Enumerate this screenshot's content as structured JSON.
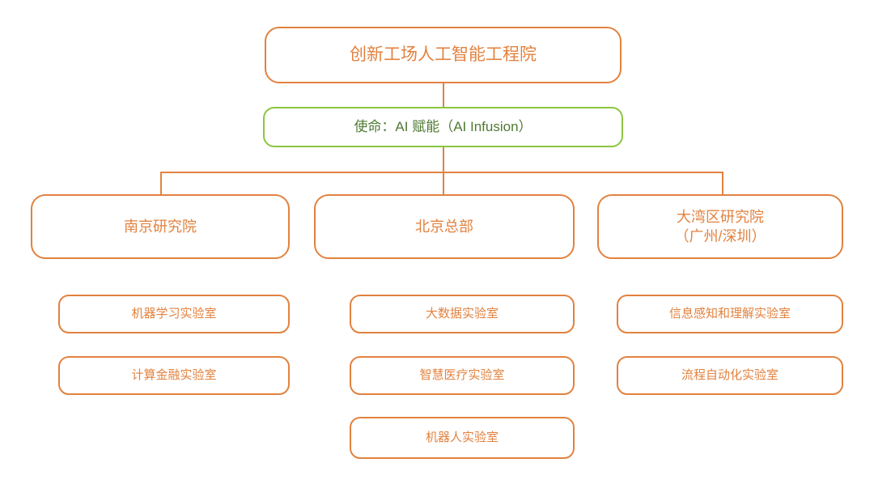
{
  "diagram": {
    "type": "org-chart",
    "title_box": {
      "label": "创新工场人工智能工程院",
      "border_color": "#E2823F",
      "text_color": "#E2823F"
    },
    "mission_box": {
      "label": "使命：AI 赋能（AI Infusion）",
      "border_color": "#8CC63F",
      "text_color": "#4E7A33"
    },
    "regions": [
      {
        "label": "南京研究院",
        "labs": [
          {
            "label": "机器学习实验室"
          },
          {
            "label": "计算金融实验室"
          }
        ]
      },
      {
        "label": "北京总部",
        "labs": [
          {
            "label": "大数据实验室"
          },
          {
            "label": "智慧医疗实验室"
          },
          {
            "label": "机器人实验室"
          }
        ]
      },
      {
        "label": "大湾区研究院\n（广州/深圳）",
        "labs": [
          {
            "label": "信息感知和理解实验室"
          },
          {
            "label": "流程自动化实验室"
          }
        ]
      }
    ],
    "colors": {
      "orange": "#E2823F",
      "green": "#8CC63F",
      "green_text": "#4E7A33",
      "background": "#FFFFFF"
    }
  }
}
